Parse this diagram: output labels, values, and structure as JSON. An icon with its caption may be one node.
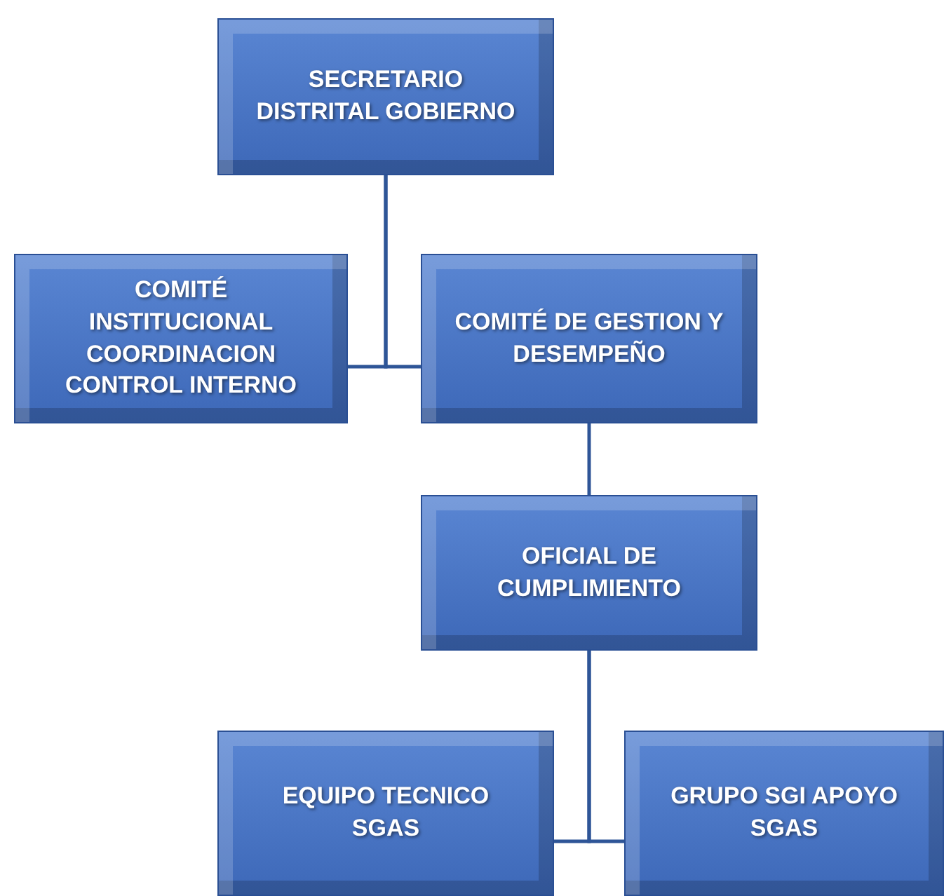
{
  "diagram": {
    "nodes": [
      {
        "text": [
          "SECRETARIO DISTRITAL GOBIERNO"
        ]
      },
      {
        "text": [
          "COMITÉ INSTITUCIONAL COORDINACION CONTROL INTERNO"
        ]
      },
      {
        "text": [
          "COMITÉ DE GESTION Y DESEMPEÑO"
        ]
      },
      {
        "text": [
          "OFICIAL DE CUMPLIMIENTO"
        ]
      },
      {
        "text": [
          "EQUIPO TECNICO SGAS"
        ]
      },
      {
        "text": [
          "GRUPO SGI APOYO SGAS"
        ]
      }
    ],
    "edges": [
      {
        "from": 0,
        "to": 1,
        "arrow": "none"
      },
      {
        "from": 0,
        "to": 2,
        "arrow": "none"
      },
      {
        "from": 2,
        "to": 3,
        "arrow": "none"
      },
      {
        "from": 3,
        "to": 4,
        "arrow": "none"
      },
      {
        "from": 3,
        "to": 5,
        "arrow": "none"
      }
    ]
  }
}
